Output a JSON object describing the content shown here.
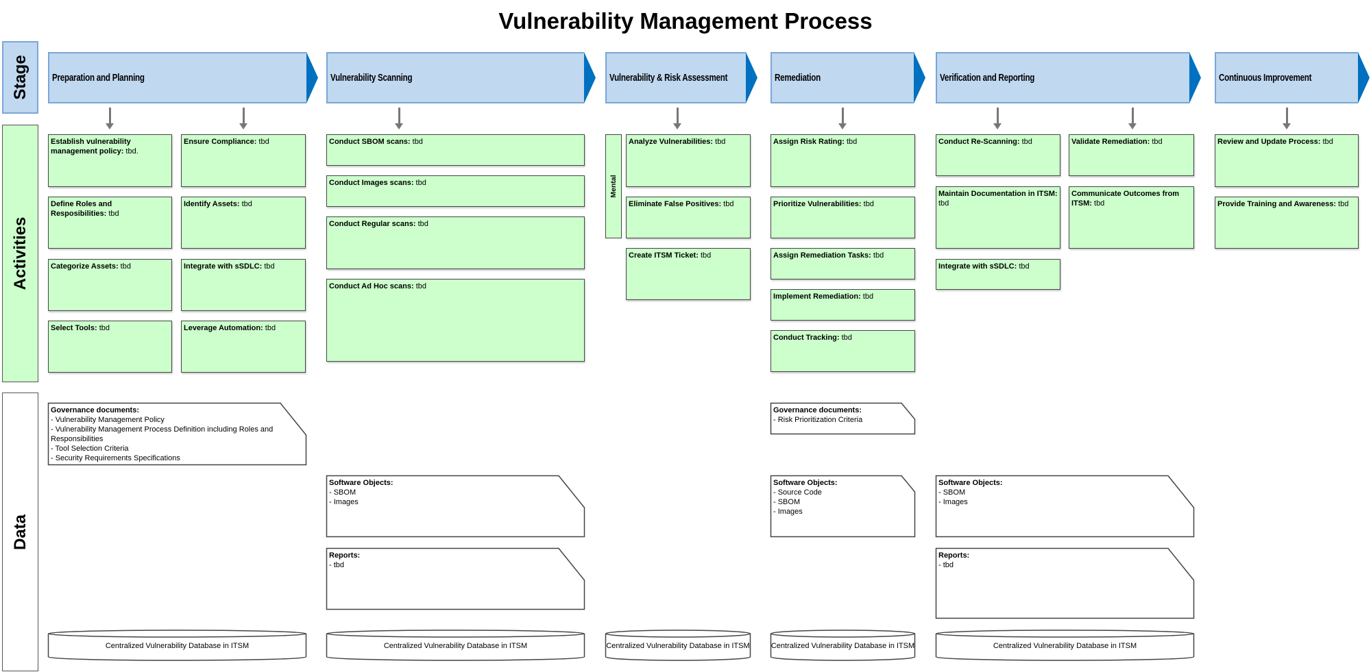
{
  "title": "Vulnerability Management Process",
  "lanes": {
    "stage": "Stage",
    "activities": "Activities",
    "data": "Data"
  },
  "colors": {
    "stage_fill": "#c0d8f0",
    "stage_arrow": "#0070c0",
    "activity_fill": "#ccffcc",
    "arrow": "#777777"
  },
  "stages": [
    {
      "label": "Preparation and Planning"
    },
    {
      "label": "Vulnerability Scanning"
    },
    {
      "label": "Vulnerability & Risk Assessment"
    },
    {
      "label": "Remediation"
    },
    {
      "label": "Verification and Reporting"
    },
    {
      "label": "Continuous Improvement"
    }
  ],
  "activities": {
    "prep": [
      {
        "title": "Establish vulnerability management policy:",
        "text": " tbd."
      },
      {
        "title": "Ensure Compliance:",
        "text": " tbd"
      },
      {
        "title": "Define Roles and Resposibilities:",
        "text": " tbd"
      },
      {
        "title": "Identify Assets:",
        "text": " tbd"
      },
      {
        "title": "Categorize Assets:",
        "text": " tbd"
      },
      {
        "title": "Integrate with sSDLC:",
        "text": " tbd"
      },
      {
        "title": "Select Tools:",
        "text": " tbd"
      },
      {
        "title": "Leverage Automation:",
        "text": " tbd"
      }
    ],
    "scan": [
      {
        "title": "Conduct SBOM scans:",
        "text": " tbd"
      },
      {
        "title": "Conduct Images scans:",
        "text": " tbd"
      },
      {
        "title": "Conduct Regular scans:",
        "text": " tbd"
      },
      {
        "title": "Conduct Ad Hoc scans:",
        "text": " tbd"
      }
    ],
    "assess_group": "Mental",
    "assess": [
      {
        "title": "Analyze Vulnerabilities:",
        "text": " tbd"
      },
      {
        "title": "Eliminate False Positives:",
        "text": " tbd"
      },
      {
        "title": "Create ITSM Ticket:",
        "text": " tbd"
      }
    ],
    "remed": [
      {
        "title": "Assign Risk Rating:",
        "text": " tbd"
      },
      {
        "title": "Prioritize Vulnerabilities:",
        "text": " tbd"
      },
      {
        "title": "Assign Remediation Tasks:",
        "text": " tbd"
      },
      {
        "title": "Implement Remediation:",
        "text": " tbd"
      },
      {
        "title": "Conduct Tracking:",
        "text": " tbd"
      }
    ],
    "verif": [
      {
        "title": "Conduct Re-Scanning:",
        "text": " tbd"
      },
      {
        "title": "Validate Remediation:",
        "text": " tbd"
      },
      {
        "title": "Maintain Documentation in ITSM:",
        "text": " tbd"
      },
      {
        "title": "Communicate Outcomes from ITSM:",
        "text": " tbd"
      },
      {
        "title": "Integrate with sSDLC:",
        "text": " tbd"
      }
    ],
    "improve": [
      {
        "title": "Review and Update Process:",
        "text": " tbd"
      },
      {
        "title": "Provide Training and Awareness:",
        "text": " tbd"
      }
    ]
  },
  "data_objects": {
    "prep_gov": {
      "title": "Governance documents:",
      "items": [
        "- Vulnerability Management Policy",
        "- Vulnerability Management Process Definition including Roles and Responsibilities",
        "- Tool Selection Criteria",
        "- Security Requirements Specifications"
      ]
    },
    "scan_sw": {
      "title": "Software Objects:",
      "items": [
        "- SBOM",
        "- Images"
      ]
    },
    "scan_rep": {
      "title": "Reports:",
      "items": [
        "- tbd"
      ]
    },
    "remed_gov": {
      "title": "Governance documents:",
      "items": [
        "- Risk Prioritization Criteria"
      ]
    },
    "remed_sw": {
      "title": "Software Objects:",
      "items": [
        "- Source Code",
        "- SBOM",
        "- Images"
      ]
    },
    "verif_sw": {
      "title": "Software Objects:",
      "items": [
        "- SBOM",
        "- Images"
      ]
    },
    "verif_rep": {
      "title": "Reports:",
      "items": [
        "- tbd"
      ]
    }
  },
  "database_label": "Centralized Vulnerability Database in ITSM"
}
